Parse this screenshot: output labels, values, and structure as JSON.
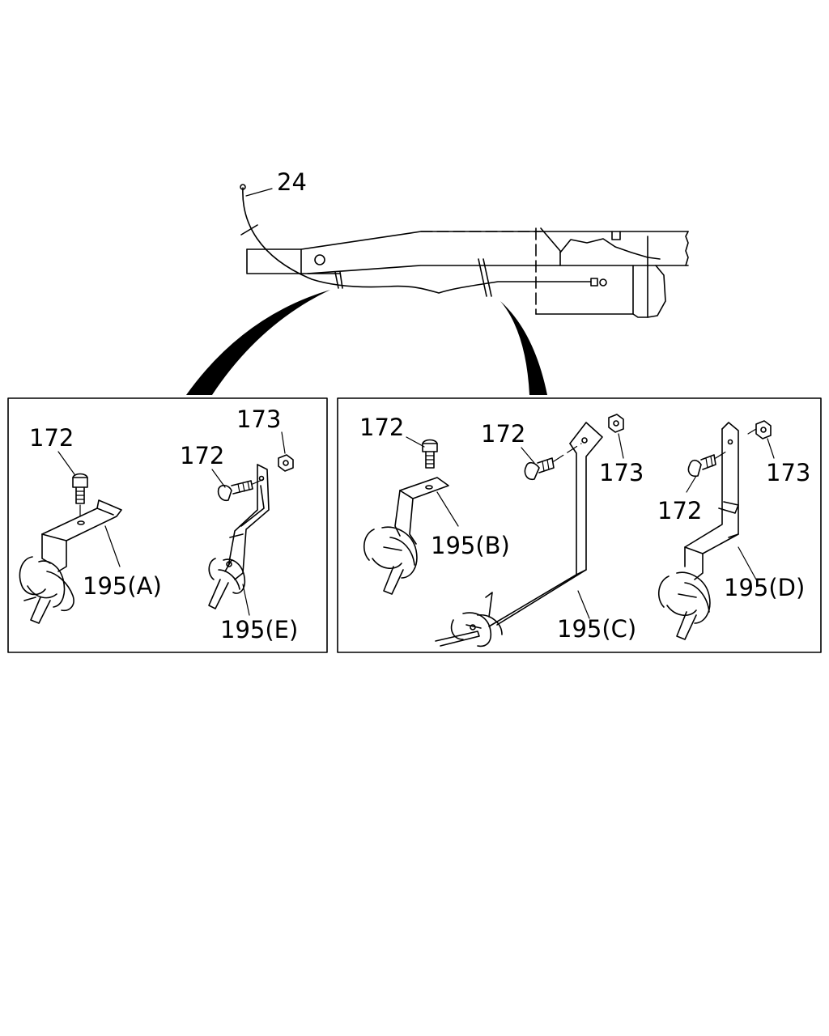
{
  "labels": {
    "cable": "24",
    "bolt": "172",
    "nut": "173",
    "bracket_a": "195(A)",
    "bracket_b": "195(B)",
    "bracket_c": "195(C)",
    "bracket_d": "195(D)",
    "bracket_e": "195(E)"
  },
  "colors": {
    "line": "#000000",
    "background": "#ffffff"
  }
}
